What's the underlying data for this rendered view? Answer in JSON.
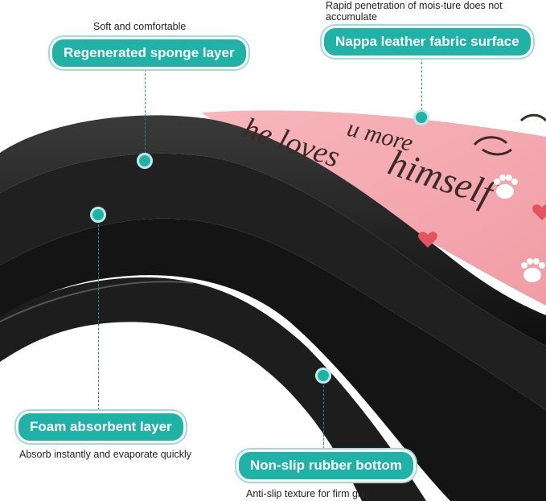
{
  "colors": {
    "accent": "#20b2a6",
    "mat_black": "#1b1b1b",
    "mat_top": "#f2a5ac",
    "print_text": "#3a2a2a"
  },
  "callouts": {
    "sponge": {
      "caption": "Soft and comfortable",
      "label": "Regenerated sponge layer"
    },
    "nappa": {
      "caption": "Rapid penetration of mois-ture does not accumulate",
      "label": "Nappa leather fabric surface"
    },
    "foam": {
      "label": "Foam absorbent layer",
      "caption": "Absorb instantly and evaporate quickly"
    },
    "rubber": {
      "label": "Non-slip rubber bottom",
      "caption": "Anti-slip texture for firm grip"
    }
  },
  "mat_print": {
    "line1": "u more",
    "line2": "he loves",
    "line3": "himself"
  },
  "icons": [
    "paw-icon",
    "heart-icon",
    "dog-icon",
    "dot-marker-icon"
  ]
}
